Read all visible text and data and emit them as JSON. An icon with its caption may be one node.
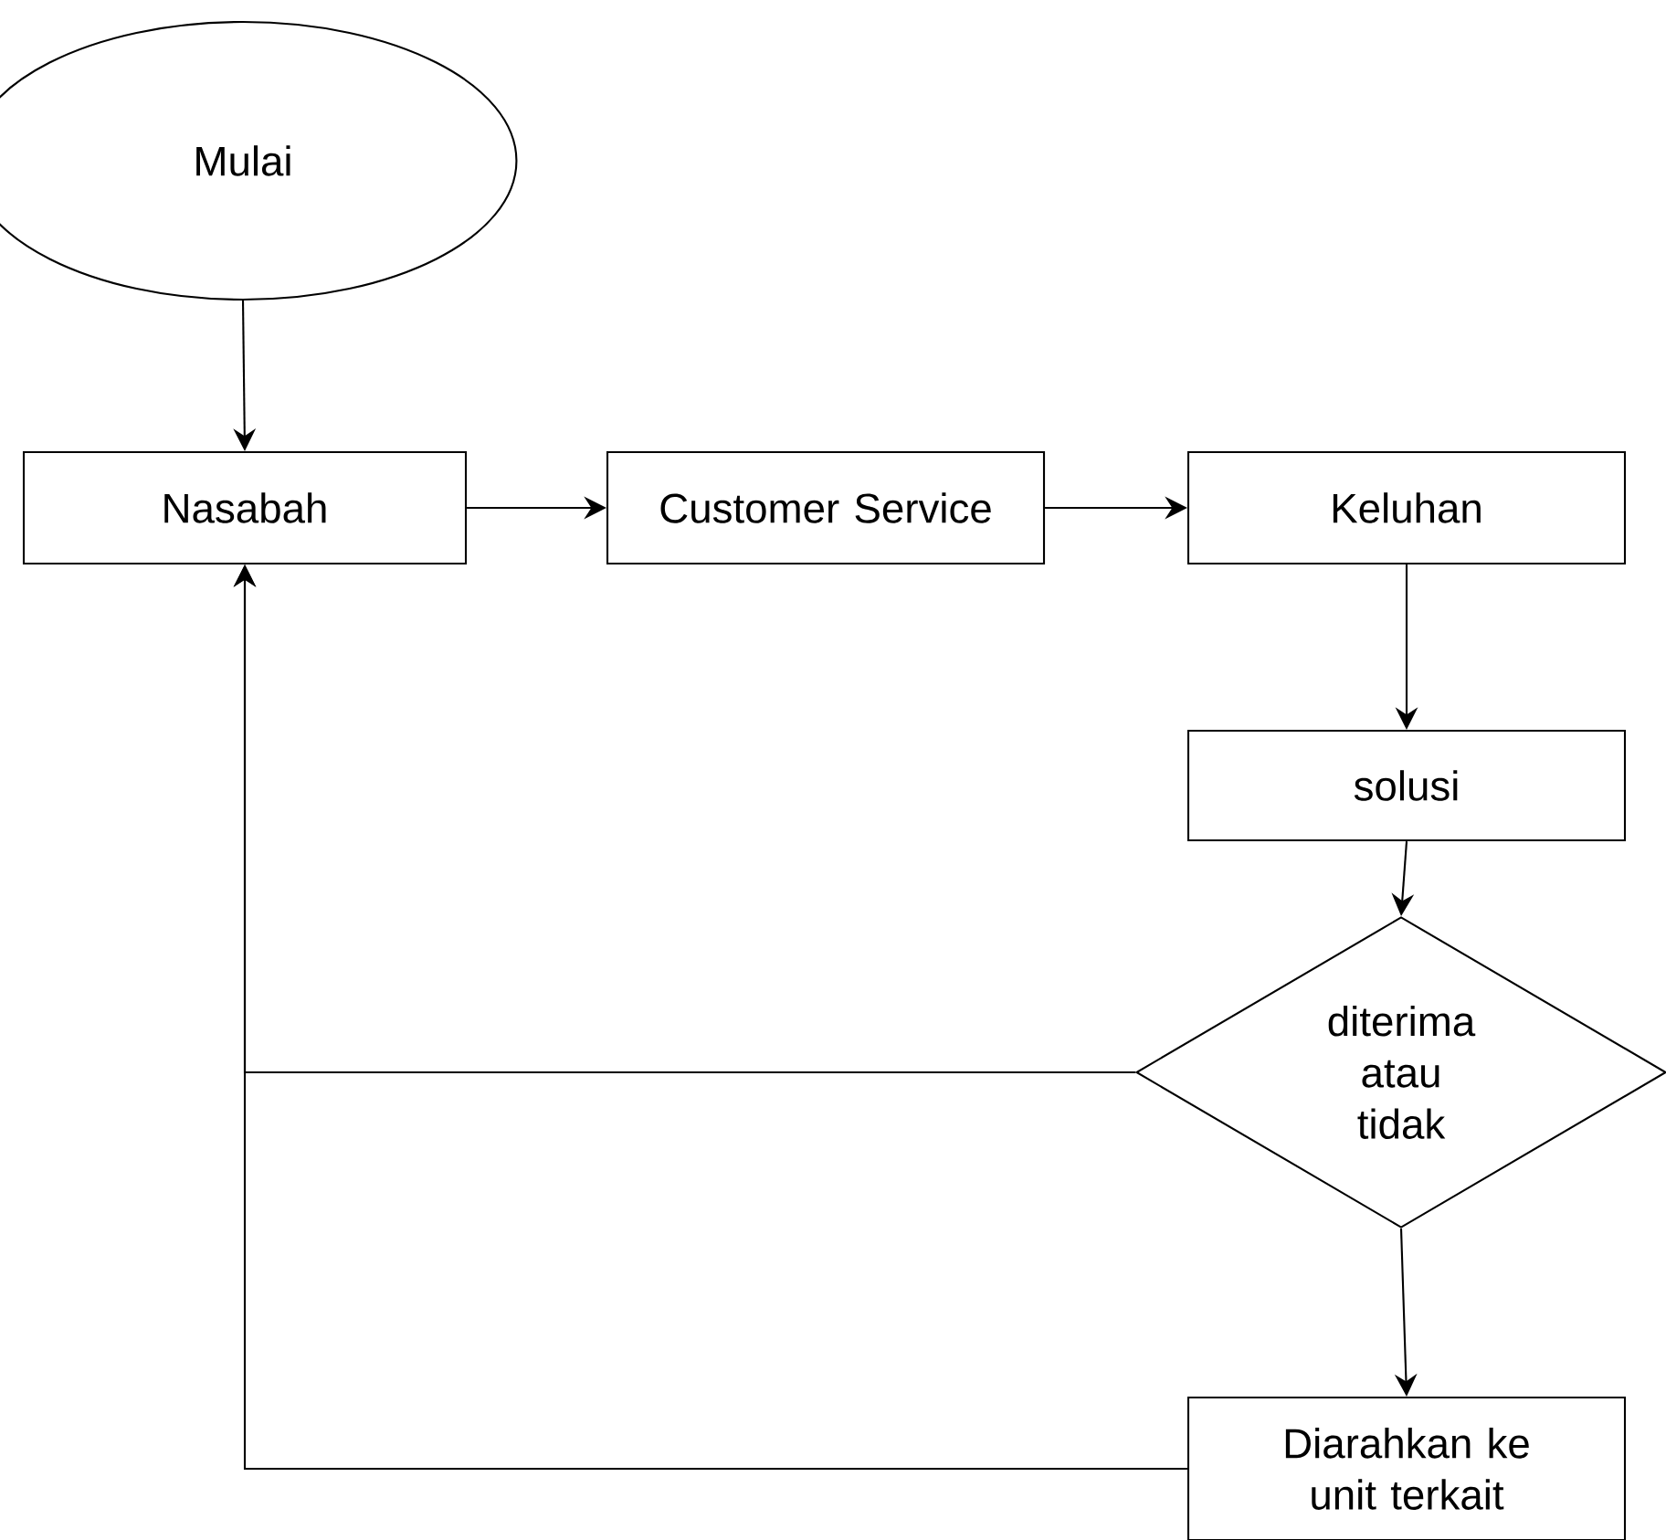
{
  "diagram": {
    "nodes": [
      {
        "text": [
          "Mulai"
        ]
      },
      {
        "text": [
          "Nasabah"
        ]
      },
      {
        "text": [
          "Customer Service"
        ]
      },
      {
        "text": [
          "Keluhan"
        ]
      },
      {
        "text": [
          "solusi"
        ]
      },
      {
        "text": [
          "diterima atau tidak"
        ]
      },
      {
        "text": [
          "Diarahkan ke unit terkait"
        ]
      }
    ],
    "edges": [
      {
        "from": 0,
        "to": 1,
        "arrow": "to"
      },
      {
        "from": 1,
        "to": 2,
        "arrow": "to"
      },
      {
        "from": 2,
        "to": 3,
        "arrow": "to"
      },
      {
        "from": 3,
        "to": 4,
        "arrow": "to"
      },
      {
        "from": 4,
        "to": 5,
        "arrow": "to"
      },
      {
        "from": 5,
        "to": 1,
        "arrow": "to"
      },
      {
        "from": 5,
        "to": 6,
        "arrow": "to"
      },
      {
        "from": 6,
        "to": 1,
        "arrow": "to"
      }
    ]
  }
}
